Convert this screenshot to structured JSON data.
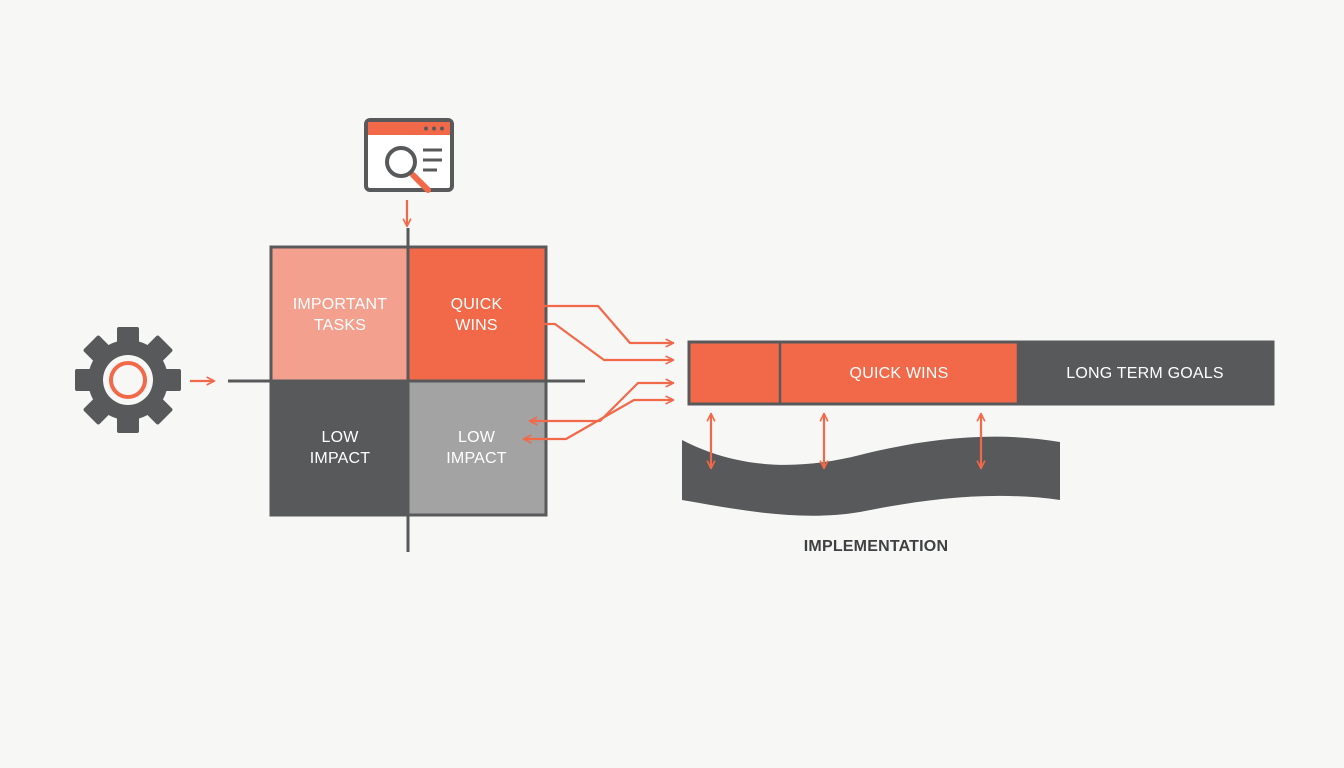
{
  "matrix": {
    "top_left": "IMPORTANT\nTASKS",
    "top_right": "QUICK\nWINS",
    "bottom_left": "LOW\nIMPACT",
    "bottom_right": "LOW\nIMPACT"
  },
  "timeline": {
    "segment_middle": "QUICK WINS",
    "segment_right": "LONG TERM GOALS"
  },
  "implementation": {
    "label": "IMPLEMENTATION"
  },
  "icons": {
    "input": "gear-icon",
    "analysis": "browser-search-icon"
  },
  "colors": {
    "accent": "#f2694a",
    "accent_light": "#f4a08e",
    "dark": "#58595b",
    "mid_gray": "#a3a3a3",
    "background": "#f7f7f6"
  }
}
